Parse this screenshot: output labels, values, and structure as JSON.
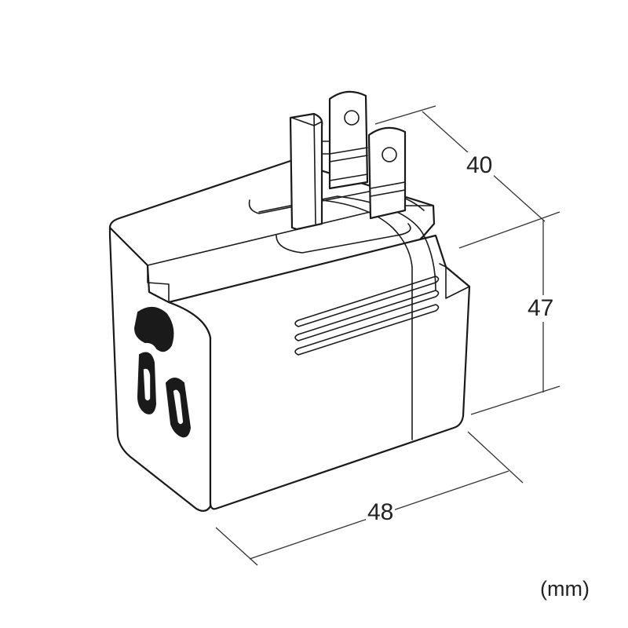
{
  "dimensions": {
    "depth": "40",
    "height": "47",
    "width": "48"
  },
  "unit": "(mm)"
}
